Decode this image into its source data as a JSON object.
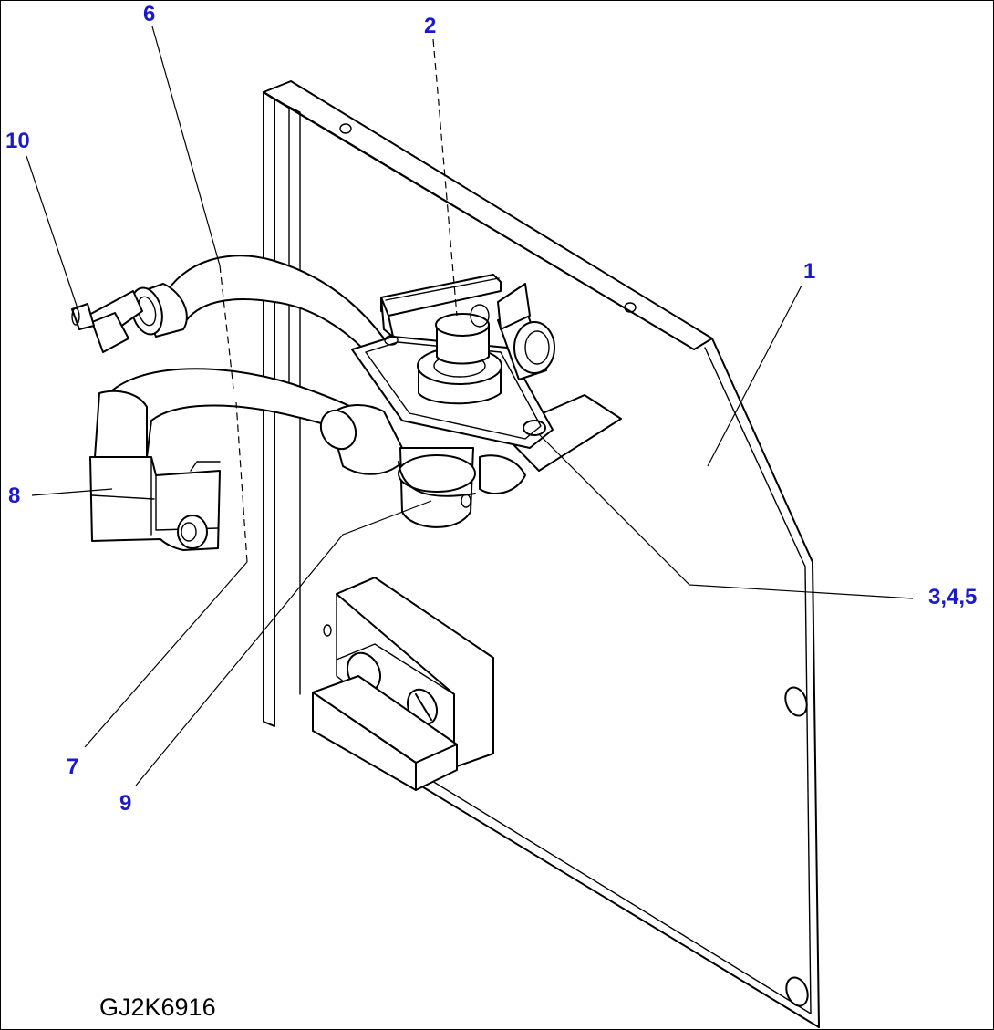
{
  "callouts": {
    "c1": "1",
    "c2": "2",
    "c345": "3,4,5",
    "c6": "6",
    "c7": "7",
    "c8": "8",
    "c9": "9",
    "c10": "10"
  },
  "drawing_id": "GJ2K6916",
  "colors": {
    "callout": "#1a1acc",
    "line": "#000000",
    "background": "#ffffff"
  }
}
